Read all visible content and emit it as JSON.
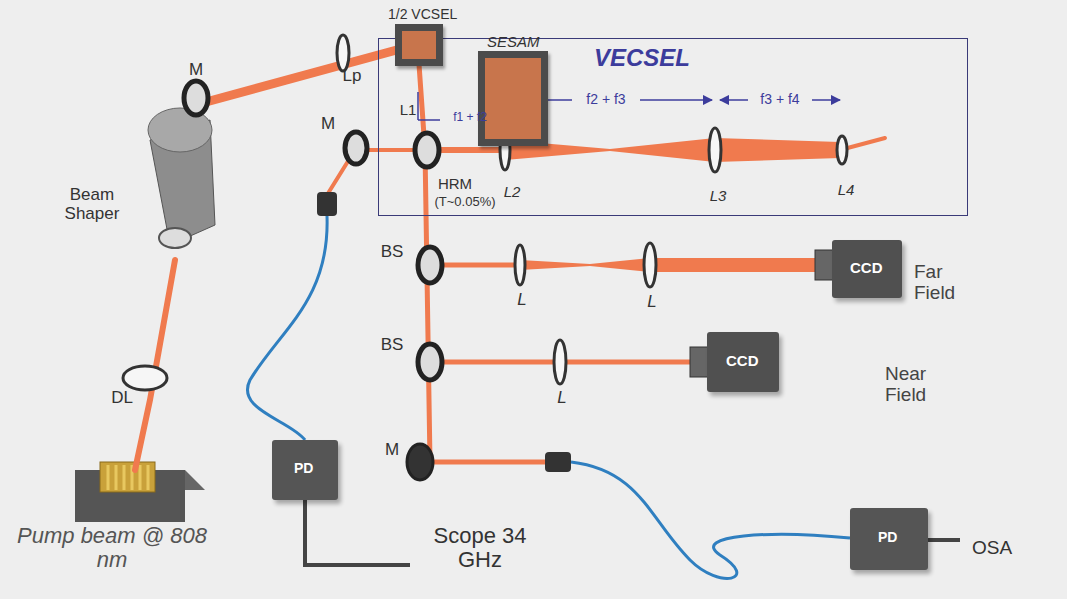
{
  "diagram": {
    "nodes": [
      {
        "text": [
          "VECSEL"
        ]
      },
      {
        "text": [
          "1/2 VCSEL"
        ]
      },
      {
        "text": [
          "SESAM"
        ],
        "in": 0
      },
      {
        "text": [
          "CCD",
          "Far Field"
        ]
      },
      {
        "text": [
          "CCD",
          "Near Field"
        ]
      },
      {
        "text": [
          "PD"
        ]
      },
      {
        "text": [
          "PD"
        ]
      }
    ],
    "labels": [
      "M",
      "Lp",
      "Beam Shaper",
      "DL",
      "Pump beam @ 808 nm",
      "M",
      "L1",
      "f1 + f2",
      "f2 + f3",
      "f3 + f4",
      "L2",
      "L3",
      "L4",
      "HRM",
      "(T~0.05%)",
      "BS",
      "BS",
      "L",
      "L",
      "L",
      "M",
      "OSA",
      "Scope 34 GHz"
    ]
  }
}
